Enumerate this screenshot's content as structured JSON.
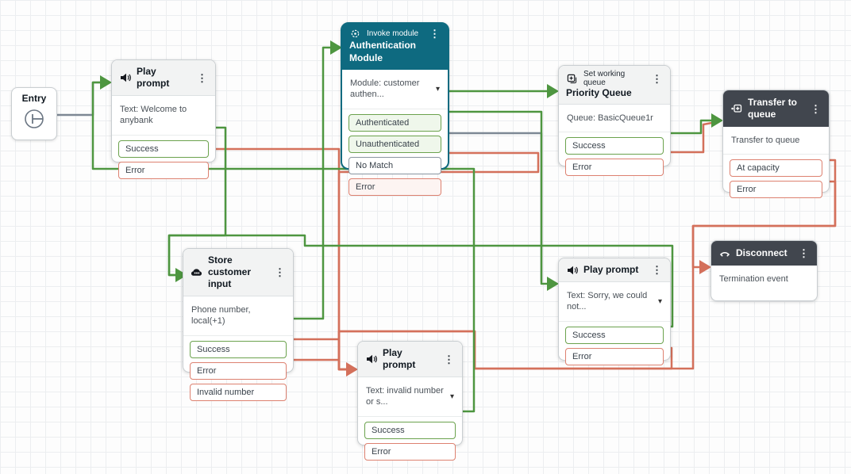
{
  "app": "contact-flow-canvas",
  "colors": {
    "edge_success": "#4e9640",
    "edge_error": "#d4705b",
    "edge_neutral": "#7d8894",
    "module_header": "#0e6a80",
    "dark_header": "#41464e",
    "light_header": "#f2f3f3",
    "port_success_border": "#6ba24d",
    "port_error_border": "#dd8170",
    "port_neutral_border": "#8a95a0"
  },
  "icons": {
    "kebab": "⋮",
    "chevron": "▾"
  },
  "entry": {
    "label": "Entry"
  },
  "nodes": {
    "welcome": {
      "title": "Play prompt",
      "body": "Text: Welcome to anybank",
      "ports": [
        {
          "label": "Success"
        },
        {
          "label": "Error"
        }
      ]
    },
    "auth": {
      "category": "Invoke module",
      "title": "Authentication Module",
      "selected": "Module: customer authen...",
      "ports": [
        {
          "label": "Authenticated"
        },
        {
          "label": "Unauthenticated"
        },
        {
          "label": "No Match"
        },
        {
          "label": "Error"
        }
      ]
    },
    "priority": {
      "category": "Set working queue",
      "title": "Priority Queue",
      "body": "Queue: BasicQueue1r",
      "ports": [
        {
          "label": "Success"
        },
        {
          "label": "Error"
        }
      ]
    },
    "transfer": {
      "title": "Transfer to queue",
      "body": "Transfer to queue",
      "ports": [
        {
          "label": "At capacity"
        },
        {
          "label": "Error"
        }
      ]
    },
    "store": {
      "title": "Store customer input",
      "body": "Phone number, local(+1)",
      "ports": [
        {
          "label": "Success"
        },
        {
          "label": "Error"
        },
        {
          "label": "Invalid number"
        }
      ]
    },
    "sorry": {
      "title": "Play prompt",
      "selected": "Text: Sorry, we could not...",
      "ports": [
        {
          "label": "Success"
        },
        {
          "label": "Error"
        }
      ]
    },
    "invalid": {
      "title": "Play prompt",
      "selected": "Text: invalid number or s...",
      "ports": [
        {
          "label": "Success"
        },
        {
          "label": "Error"
        }
      ]
    },
    "disconnect": {
      "title": "Disconnect",
      "body": "Termination event"
    }
  }
}
